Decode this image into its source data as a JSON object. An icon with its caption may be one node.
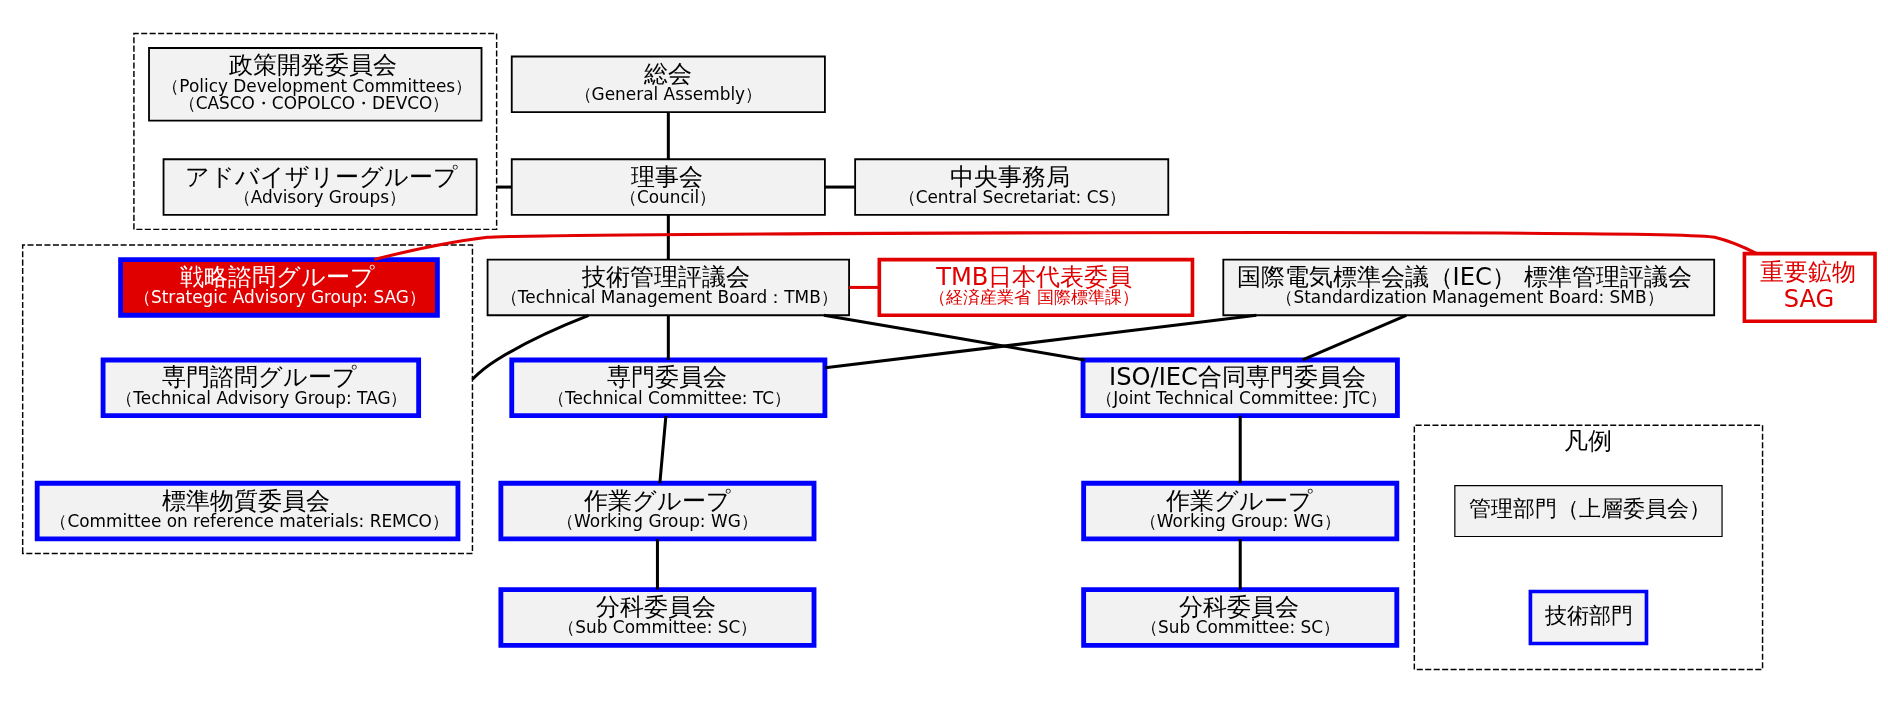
{
  "diagram": {
    "nodes": [
      {
        "text": [],
        "shape": "box"
      },
      {
        "text": [
          "政策開発委員会",
          "（Policy Development Committees）",
          "（CASCO・COPOLCO・DEVCO）"
        ],
        "in": 0
      },
      {
        "text": [
          "アドバイザリーグループ",
          "（Advisory Groups）"
        ],
        "in": 0
      },
      {
        "text": [
          "総会",
          "（General Assembly）"
        ]
      },
      {
        "text": [
          "理事会",
          "（Council）"
        ]
      },
      {
        "text": [
          "中央事務局",
          "（Central Secretariat: CS）"
        ]
      },
      {
        "text": [
          "重要鉱物",
          "SAG"
        ]
      },
      {
        "text": [],
        "shape": "box"
      },
      {
        "text": [
          "戦略諮問グループ",
          "（Strategic Advisory Group: SAG）"
        ],
        "in": 7
      },
      {
        "text": [
          "専門諮問グループ",
          "（Technical Advisory Group: TAG）"
        ],
        "in": 7
      },
      {
        "text": [
          "標準物質委員会",
          "（Committee on reference materials: REMCO）"
        ],
        "in": 7
      },
      {
        "text": [
          "技術管理評議会",
          "（Technical Management Board：TMB）"
        ]
      },
      {
        "text": [
          "TMB日本代表委員",
          "（経済産業省 国際標準課）"
        ]
      },
      {
        "text": [
          "国際電気標準会議（IEC） 標準管理評議会",
          "（Standardization Management Board: SMB）"
        ]
      },
      {
        "text": [
          "専門委員会",
          "（Technical Committee: TC）"
        ]
      },
      {
        "text": [
          "ISO/IEC合同専門委員会",
          "（Joint Technical Committee: JTC）"
        ]
      },
      {
        "text": [
          "作業グループ",
          "（Working Group: WG）"
        ]
      },
      {
        "text": [
          "分科委員会",
          "（Sub Committee: SC）"
        ]
      },
      {
        "text": [
          "作業グループ",
          "（Working Group: WG）"
        ]
      },
      {
        "text": [
          "分科委員会",
          "（Sub Committee: SC）"
        ]
      },
      {
        "text": [
          "凡例"
        ]
      }
    ],
    "edges": [
      {
        "from": 3,
        "to": 4,
        "arrow": "none"
      },
      {
        "from": 0,
        "to": 4,
        "arrow": "none"
      },
      {
        "from": 4,
        "to": 5,
        "arrow": "none"
      },
      {
        "from": 4,
        "to": 11,
        "arrow": "none"
      },
      {
        "from": 6,
        "to": 8,
        "arrow": "none",
        "color": "#e00000"
      },
      {
        "from": 7,
        "to": 11,
        "arrow": "none"
      },
      {
        "from": 11,
        "to": 12,
        "arrow": "none",
        "color": "#e00000"
      },
      {
        "from": 11,
        "to": 14,
        "arrow": "none"
      },
      {
        "from": 11,
        "to": 15,
        "arrow": "none"
      },
      {
        "from": 13,
        "to": 14,
        "arrow": "none"
      },
      {
        "from": 13,
        "to": 15,
        "arrow": "none"
      },
      {
        "from": 14,
        "to": 16,
        "arrow": "none"
      },
      {
        "from": 16,
        "to": 17,
        "arrow": "none"
      },
      {
        "from": 15,
        "to": 18,
        "arrow": "none"
      },
      {
        "from": 18,
        "to": 19,
        "arrow": "none"
      }
    ],
    "legend": [
      {
        "text": "管理部門（上層委員会）"
      },
      {
        "text": "技術部門"
      }
    ]
  }
}
